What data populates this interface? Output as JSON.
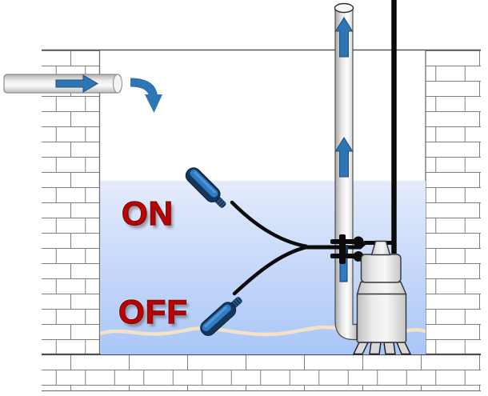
{
  "title": "Sump pit with submersible pump and tethered float switches",
  "labels": {
    "on": "ON",
    "off": "OFF"
  },
  "colors": {
    "label_red": "#C00000",
    "label_red_outline": "#7E1113",
    "arrow_blue": "#2E75B6",
    "arrow_outline": "#1F4E79",
    "float_navy": "#16365C",
    "float_blue": "#2E7BC6",
    "float_highlight": "#5B9BD5",
    "water_top": "#E4EBFB",
    "water_bottom": "#A9C6F8",
    "low_water_line": "#F4E2C6",
    "cable_black": "#0B0B0B",
    "metal_light": "#F2F2F2",
    "metal_dark": "#B5B5B5",
    "brick_mortar": "#7F7F7F",
    "outline_gray": "#595959"
  },
  "components": {
    "inlet_pipe": "inlet-pipe",
    "inlet_flow_arrow": "flow-right-arrow-icon",
    "inflow_curved_arrow": "flow-down-curved-arrow-icon",
    "upper_float": "float-switch-on-level",
    "lower_float": "float-switch-off-level",
    "discharge_pipe": "discharge-pipe",
    "discharge_flow_arrows": "flow-up-arrow-icon",
    "pump": "submersible-sump-pump",
    "power_cable": "power-cable",
    "cable_clamp": "pipe-cable-clamp",
    "water": "water-fill",
    "low_water_wave": "off-level-water-line",
    "walls": "brick-wall"
  }
}
